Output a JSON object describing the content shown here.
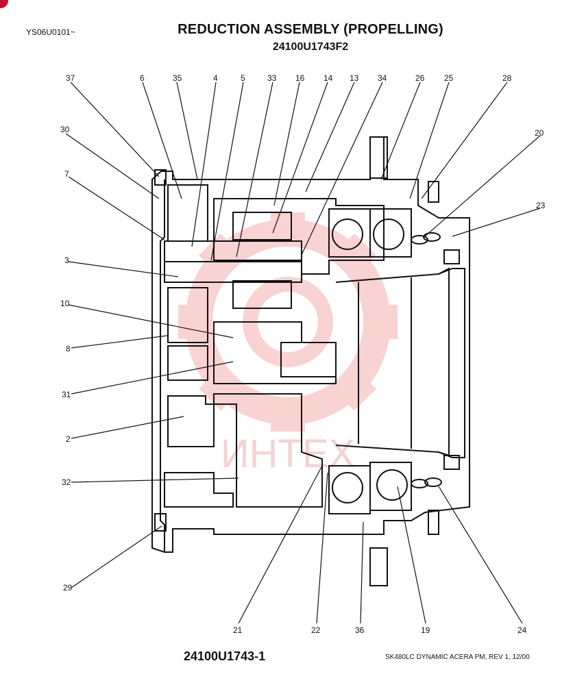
{
  "header": {
    "code": "YS06U0101~",
    "title": "REDUCTION ASSEMBLY (PROPELLING)",
    "subtitle": "24100U1743F2"
  },
  "footer": {
    "drawing_id": "24100U1743-1",
    "revision": "SK480LC DYNAMIC ACERA PM, REV 1, 12/00"
  },
  "watermark": {
    "text": "ИНТЕХ",
    "color": "#f2a0a0"
  },
  "callouts": [
    {
      "id": "37",
      "label": "37"
    },
    {
      "id": "6",
      "label": "6"
    },
    {
      "id": "35",
      "label": "35"
    },
    {
      "id": "4",
      "label": "4"
    },
    {
      "id": "5",
      "label": "5"
    },
    {
      "id": "33",
      "label": "33"
    },
    {
      "id": "16",
      "label": "16"
    },
    {
      "id": "14",
      "label": "14"
    },
    {
      "id": "13",
      "label": "13"
    },
    {
      "id": "34",
      "label": "34"
    },
    {
      "id": "26",
      "label": "26"
    },
    {
      "id": "25",
      "label": "25"
    },
    {
      "id": "28",
      "label": "28"
    },
    {
      "id": "30",
      "label": "30"
    },
    {
      "id": "20",
      "label": "20"
    },
    {
      "id": "7",
      "label": "7"
    },
    {
      "id": "23",
      "label": "23"
    },
    {
      "id": "3",
      "label": "3"
    },
    {
      "id": "10",
      "label": "10"
    },
    {
      "id": "8",
      "label": "8"
    },
    {
      "id": "31",
      "label": "31"
    },
    {
      "id": "2",
      "label": "2"
    },
    {
      "id": "32",
      "label": "32"
    },
    {
      "id": "29",
      "label": "29"
    },
    {
      "id": "21",
      "label": "21"
    },
    {
      "id": "22",
      "label": "22"
    },
    {
      "id": "36",
      "label": "36"
    },
    {
      "id": "19",
      "label": "19"
    },
    {
      "id": "24",
      "label": "24"
    }
  ]
}
